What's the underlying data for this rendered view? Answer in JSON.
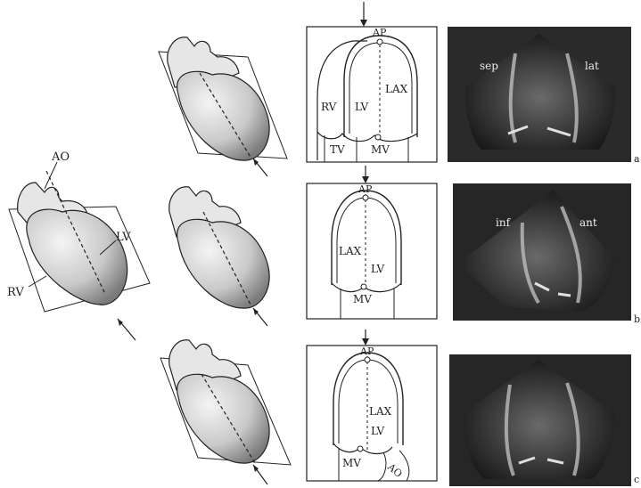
{
  "main_heart": {
    "labels": {
      "ao": "AO",
      "lv": "LV",
      "rv": "RV"
    }
  },
  "schematics": [
    {
      "apex": "AP",
      "labels": [
        "RV",
        "LV",
        "LAX",
        "TV",
        "MV"
      ]
    },
    {
      "apex": "AP",
      "labels": [
        "LAX",
        "LV",
        "MV"
      ]
    },
    {
      "apex": "AP",
      "labels": [
        "LAX",
        "LV",
        "MV",
        "AO"
      ]
    }
  ],
  "ultrasounds": [
    {
      "left_label": "sep",
      "right_label": "lat",
      "panel_letter": "a"
    },
    {
      "left_label": "inf",
      "right_label": "ant",
      "panel_letter": "b"
    },
    {
      "left_label": "",
      "right_label": "",
      "panel_letter": "c"
    }
  ],
  "colors": {
    "ink": "#222222",
    "heart_fill": "#d9d9d9",
    "us_bg": "#2a2a2a"
  }
}
